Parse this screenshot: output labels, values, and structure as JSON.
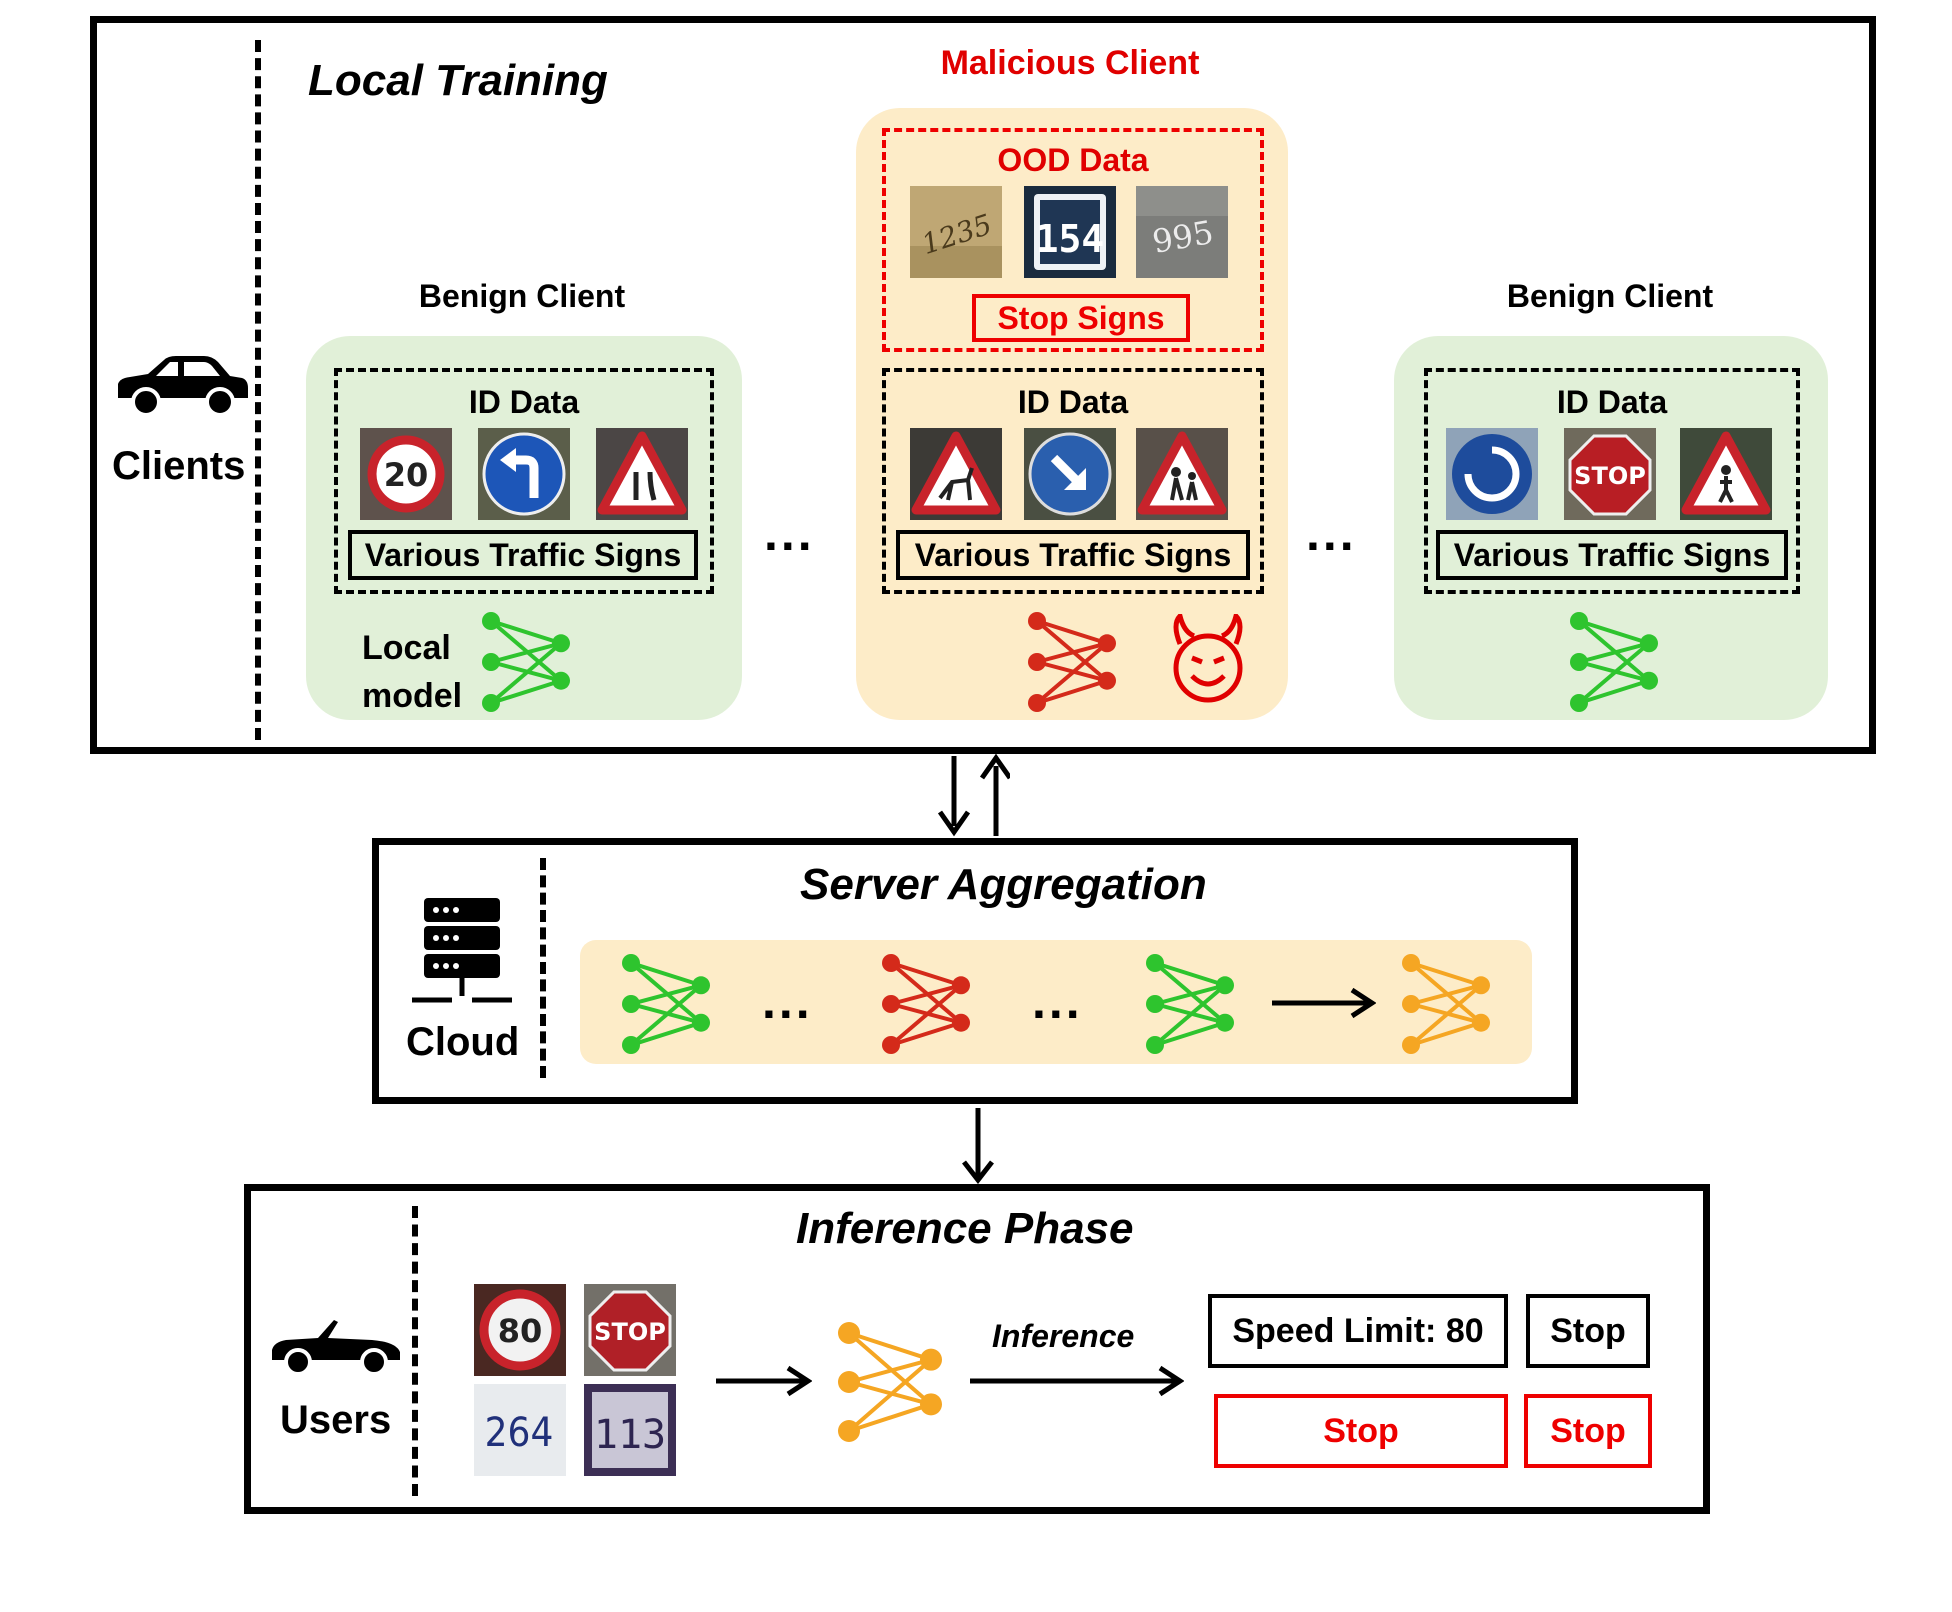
{
  "local_training": {
    "title": "Local Training",
    "side_label": "Clients",
    "malicious_label": "Malicious Client",
    "benign_left": {
      "title": "Benign Client",
      "id_data_title": "ID Data",
      "tag": "Various Traffic Signs",
      "model_label_line1": "Local",
      "model_label_line2": "model"
    },
    "malicious": {
      "ood_title": "OOD Data",
      "ood_tag": "Stop Signs",
      "ood_numbers": [
        "1235",
        "154",
        "995"
      ],
      "id_data_title": "ID Data",
      "tag": "Various Traffic Signs"
    },
    "benign_right": {
      "title": "Benign Client",
      "id_data_title": "ID Data",
      "tag": "Various Traffic Signs"
    },
    "ellipsis": "..."
  },
  "server": {
    "title": "Server Aggregation",
    "side_label": "Cloud",
    "ellipsis": "..."
  },
  "inference": {
    "title": "Inference Phase",
    "side_label": "Users",
    "arrow_label": "Inference",
    "input_signs": [
      "80",
      "STOP",
      "264",
      "113"
    ],
    "results_expected": [
      "Speed Limit: 80",
      "Stop"
    ],
    "results_attacked": [
      "Stop",
      "Stop"
    ]
  },
  "sign_text": {
    "speed20": "20",
    "stop": "STOP"
  },
  "colors": {
    "benign_model": "#2ec42e",
    "malicious_model": "#d42a1a",
    "global_model": "#f5a623",
    "malicious_text": "#e00000",
    "benign_card": "#e1f0d8",
    "malicious_card": "#fdecc8"
  },
  "icons": [
    "car-icon",
    "server-icon",
    "convertible-car-icon",
    "devil-icon",
    "neural-network-icon"
  ]
}
